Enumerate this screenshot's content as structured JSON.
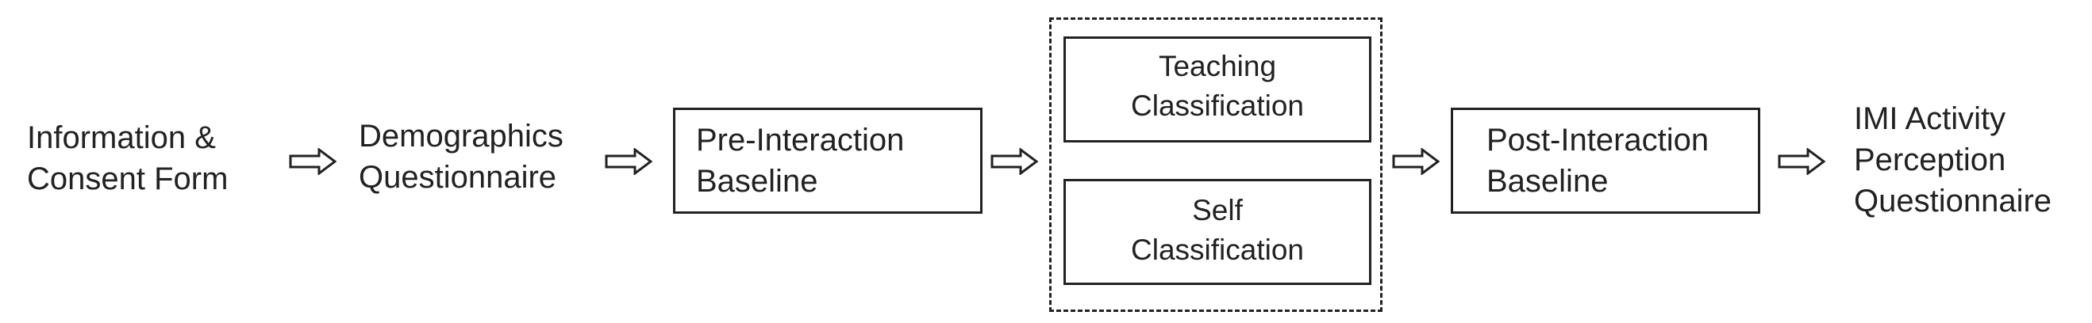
{
  "steps": {
    "info_consent": [
      "Information &",
      "Consent Form"
    ],
    "demographics": [
      "Demographics",
      "Questionnaire"
    ],
    "pre_baseline": [
      "Pre-Interaction",
      "Baseline"
    ],
    "teaching": [
      "Teaching",
      "Classification"
    ],
    "self": [
      "Self",
      "Classification"
    ],
    "post_baseline": [
      "Post-Interaction",
      "Baseline"
    ],
    "imi": [
      "IMI Activity",
      "Perception",
      "Questionnaire"
    ]
  },
  "icons": {
    "arrow": "hollow-right-arrow-icon",
    "group_border": "dashed-group-border"
  },
  "colors": {
    "stroke": "#222222",
    "text": "#222222",
    "background": "#ffffff"
  }
}
